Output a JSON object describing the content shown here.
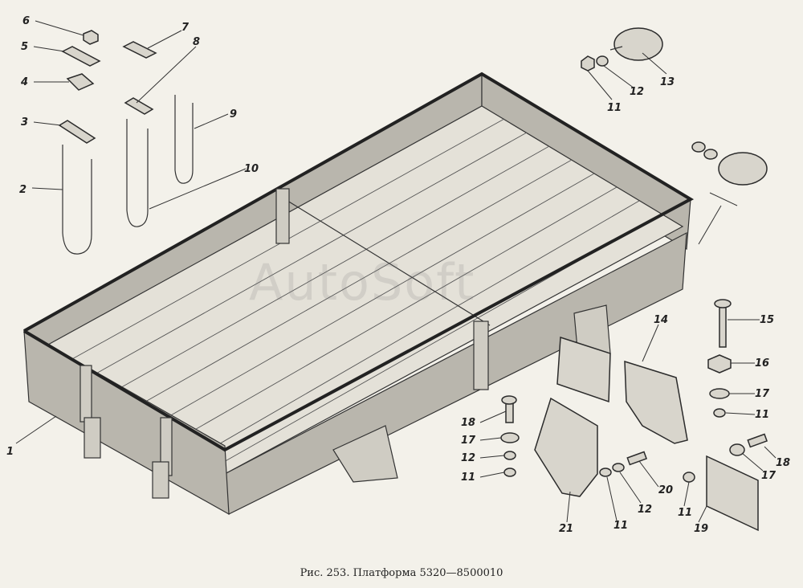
{
  "caption": "Рис. 253. Платформа 5320—8500010",
  "watermark": "AutoSoft",
  "callouts": [
    "6",
    "5",
    "4",
    "7",
    "8",
    "9",
    "3",
    "2",
    "10",
    "1",
    "13",
    "12",
    "11",
    "15",
    "16",
    "17",
    "11",
    "14",
    "18",
    "17",
    "12",
    "11",
    "20",
    "12",
    "11",
    "11",
    "21",
    "18",
    "17",
    "19"
  ]
}
